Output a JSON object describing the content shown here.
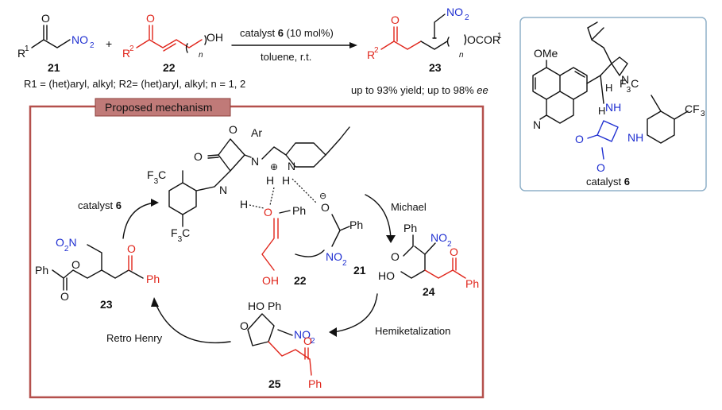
{
  "top_scheme": {
    "reactant_21_R": "R",
    "reactant_21_sup": "1",
    "reactant_21_no2": "NO",
    "reactant_21_no2_sub": "2",
    "reactant_21_label": "21",
    "plus": "+",
    "reactant_22_R": "R",
    "reactant_22_sup": "2",
    "reactant_22_oh": "OH",
    "reactant_22_n": "n",
    "reactant_22_label": "22",
    "conditions_top_pre": "catalyst ",
    "conditions_top_cat": "6",
    "conditions_top_post": " (10 mol%)",
    "conditions_bottom": "toluene, r.t.",
    "product_R": "R",
    "product_sup": "2",
    "product_ocor": "OCOR",
    "product_ocor_sup": "1",
    "product_no2": "NO",
    "product_no2_sub": "2",
    "product_n": "n",
    "product_label": "23",
    "scope": "R1 = (het)aryl, alkyl; R2= (het)aryl, alkyl; n = 1, 2",
    "yield_text": "up to 93% yield; up to 98% ",
    "ee_text": "ee"
  },
  "catalyst_box": {
    "ome": "OMe",
    "n_quinoline": "N",
    "n_quinuclidine": "N",
    "h1": "H",
    "h2": "H",
    "nh1": "NH",
    "nh2": "NH",
    "o1": "O",
    "o2": "O",
    "cf3_1": "F",
    "cf3_2": "CF",
    "label_pre": "catalyst ",
    "label_num": "6"
  },
  "mechanism": {
    "banner": "Proposed mechanism",
    "catalyst6_pre": "catalyst ",
    "catalyst6_num": "6",
    "michael": "Michael",
    "hemiketalization": "Hemiketalization",
    "retro_henry": "Retro Henry",
    "ar": "Ar",
    "label_21": "21",
    "label_22": "22",
    "label_23": "23",
    "label_24": "24",
    "label_25": "25",
    "ph": "Ph",
    "ho": "HO",
    "oh": "OH",
    "no2": "NO",
    "o": "O",
    "n": "N",
    "h": "H",
    "f3c": "F",
    "plus": "⊕",
    "minus": "⊖"
  },
  "colors": {
    "red": "#e0251b",
    "blue": "#1f2fd1",
    "banner_fill": "#c07a78",
    "frame": "#b4504c",
    "catalyst_frame": "#8fb0c8"
  }
}
